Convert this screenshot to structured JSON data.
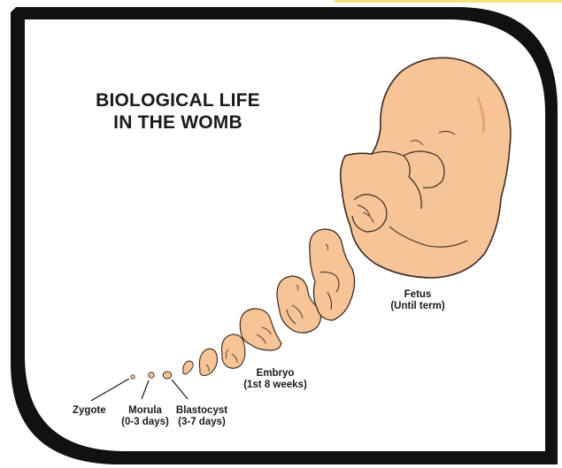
{
  "title": {
    "line1": "BIOLOGICAL LIFE",
    "line2": "IN THE WOMB"
  },
  "stages": {
    "zygote": {
      "name": "Zygote"
    },
    "morula": {
      "name": "Morula",
      "period": "(0-3 days)"
    },
    "blastocyst": {
      "name": "Blastocyst",
      "period": "(3-7 days)"
    },
    "embryo": {
      "name": "Embryo",
      "period": "(1st 8 weeks)"
    },
    "fetus": {
      "name": "Fetus",
      "period": "(Until term)"
    }
  },
  "colors": {
    "skin": "#f6c496",
    "skin_shadow": "#e4a774",
    "outline": "#3b2a20",
    "frame": "#111111",
    "accent": "#f5e27a"
  }
}
